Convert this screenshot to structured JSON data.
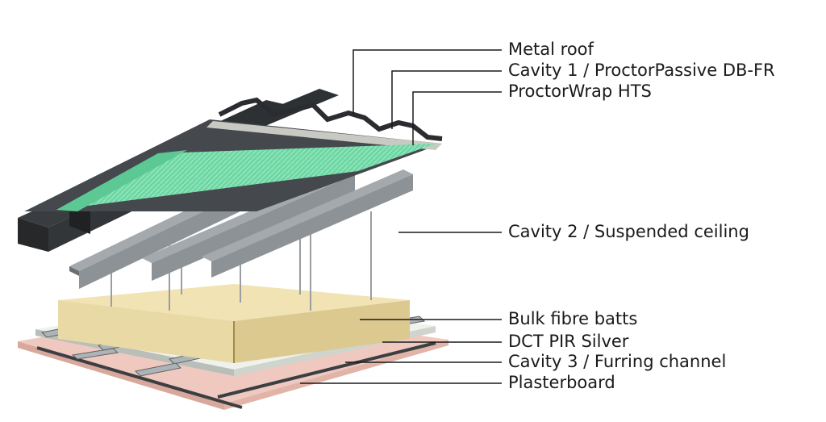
{
  "labels": {
    "metal_roof": "Metal roof",
    "cavity1": "Cavity 1 / ProctorPassive DB-FR",
    "proctorwrap": "ProctorWrap HTS",
    "cavity2": "Cavity 2 / Suspended ceiling",
    "bulk_fibre": "Bulk fibre batts",
    "dct_pir": "DCT PIR Silver",
    "cavity3": "Cavity 3 / Furring channel",
    "plasterboard": "Plasterboard"
  },
  "colors": {
    "roof": "#3a3d40",
    "roof_dark": "#26282a",
    "membrane": "#7fdcae",
    "steel": "#8d9296",
    "fibre": "#e9d9a4",
    "pir": "#eef1ec",
    "plaster": "#efc9bf",
    "channel": "#aeb3b7"
  },
  "icons": {
    "leader": "leader-line-icon"
  }
}
